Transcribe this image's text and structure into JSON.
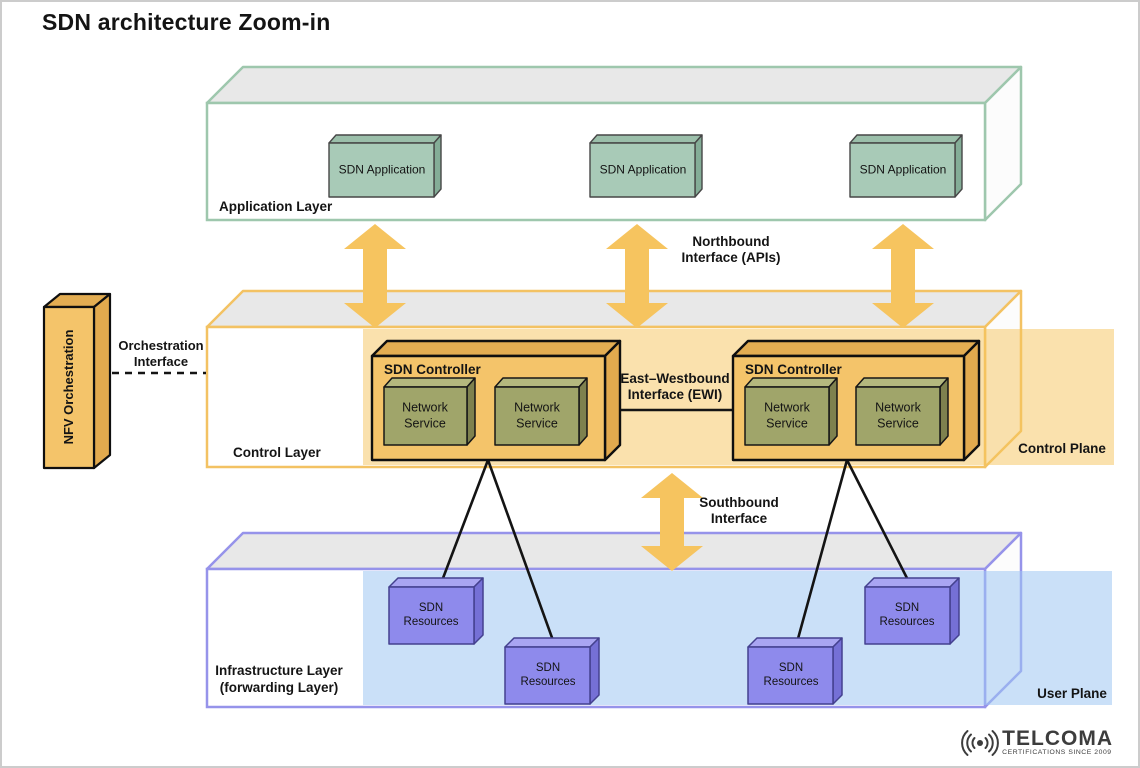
{
  "title": "SDN architecture Zoom-in",
  "application_layer": {
    "label": "Application Layer",
    "apps": [
      "SDN Application",
      "SDN Application",
      "SDN Application"
    ]
  },
  "control_layer": {
    "label": "Control Layer",
    "plane_label": "Control Plane",
    "controllers": [
      {
        "label": "SDN Controller",
        "services": [
          {
            "line1": "Network",
            "line2": "Service"
          },
          {
            "line1": "Network",
            "line2": "Service"
          }
        ]
      },
      {
        "label": "SDN Controller",
        "services": [
          {
            "line1": "Network",
            "line2": "Service"
          },
          {
            "line1": "Network",
            "line2": "Service"
          }
        ]
      }
    ]
  },
  "infrastructure_layer": {
    "label_line1": "Infrastructure Layer",
    "label_line2": "(forwarding Layer)",
    "plane_label": "User Plane",
    "resources": [
      {
        "line1": "SDN",
        "line2": "Resources"
      },
      {
        "line1": "SDN",
        "line2": "Resources"
      },
      {
        "line1": "SDN",
        "line2": "Resources"
      },
      {
        "line1": "SDN",
        "line2": "Resources"
      }
    ]
  },
  "nfv": {
    "label": "NFV Orchestration"
  },
  "interfaces": {
    "northbound": {
      "line1": "Northbound",
      "line2": "Interface (APIs)"
    },
    "southbound": {
      "line1": "Southbound",
      "line2": "Interface"
    },
    "east_westbound": {
      "line1": "East–Westbound",
      "line2": "Interface (EWI)"
    },
    "orchestration": {
      "line1": "Orchestration",
      "line2": "Interface"
    }
  },
  "logo": {
    "brand": "TELCOMA",
    "tagline": "CERTIFICATIONS SINCE 2009"
  },
  "colors": {
    "arrow_orange": "#f6c45f",
    "layer_app_border": "#9ec7ad",
    "layer_control_border": "#f3c263",
    "layer_infra_border": "#9693ea",
    "layer_top_gray": "#e8e8e8",
    "app_box_front": "#a8cab7",
    "app_box_top": "#9bbfaa",
    "app_box_side": "#84ad97",
    "controller_front": "#f4c46a",
    "controller_top": "#e3ad52",
    "controller_side": "#e2aa4e",
    "service_front": "#a0a56a",
    "service_top": "#b4b87e",
    "service_side": "#7e814e",
    "resource_front": "#8e8aec",
    "resource_top": "#a9a5f2",
    "resource_side": "#7570d6",
    "control_plane_band": "rgba(246,195,92,0.5)",
    "user_plane_band": "rgba(158,199,242,0.55)",
    "logo_gray": "#3d3d3d"
  }
}
